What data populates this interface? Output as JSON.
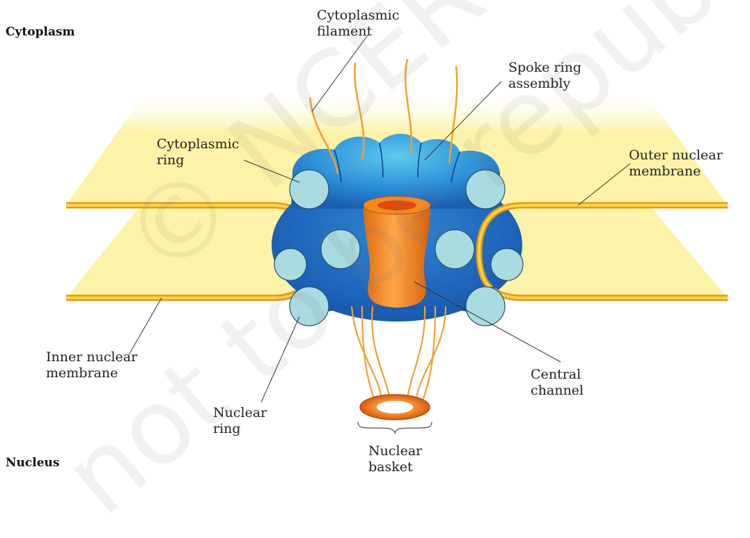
{
  "regions": {
    "top": "Cytoplasm",
    "bottom": "Nucleus"
  },
  "labels": {
    "cytoplasmic_filament": "Cytoplasmic\nfilament",
    "spoke_ring_assembly": "Spoke ring\nassembly",
    "cytoplasmic_ring": "Cytoplasmic\nring",
    "outer_nuclear_membrane": "Outer nuclear\nmembrane",
    "inner_nuclear_membrane": "Inner nuclear\nmembrane",
    "nuclear_ring": "Nuclear\nring",
    "central_channel": "Central\nchannel",
    "nuclear_basket": "Nuclear\nbasket"
  },
  "watermark": {
    "line1": "© NCERT",
    "line2": "not to be republished"
  },
  "colors": {
    "membrane": "#f4b324",
    "lumen": "#fdf3a8",
    "pore_blue": "#1f6fc4",
    "pore_light_blue": "#3fa8e8",
    "ring_circle": "#aadbe0",
    "channel_orange": "#f28a1e",
    "filament": "#f0a030"
  }
}
